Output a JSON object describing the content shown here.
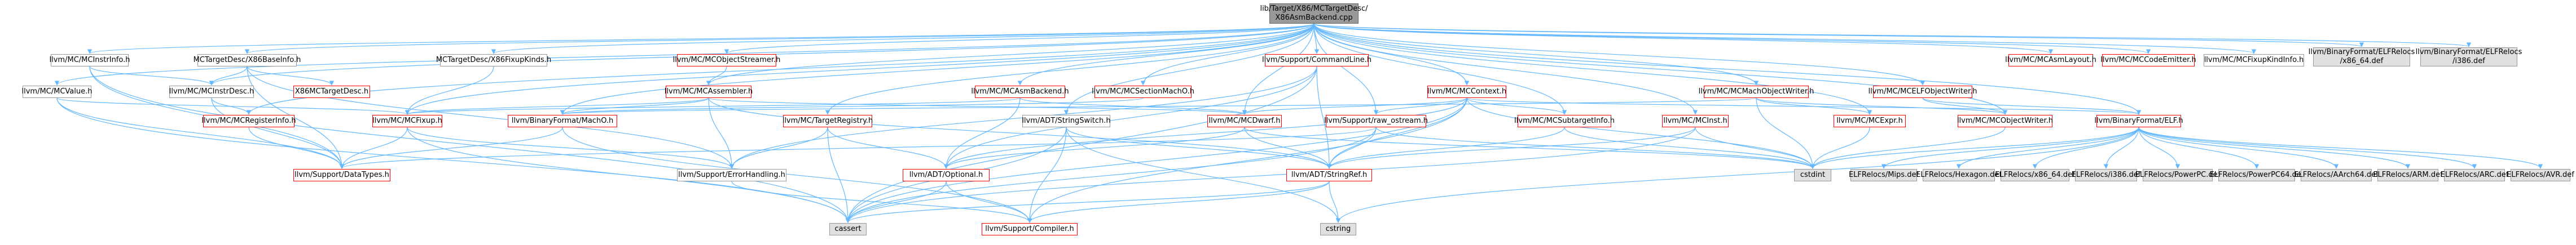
{
  "colors": {
    "edge": "#63b8ff",
    "edge_dark": "#4a7ab8",
    "link_border": "#ff0000",
    "leaf_fill": "#e0e0e0",
    "root_fill": "#999999"
  },
  "nodes": {
    "root": "lib/Target/X86/MCTargetDesc/\nX86AsmBackend.cpp",
    "mcinstrinfo": "llvm/MC/MCInstrInfo.h",
    "x86baseinfo": "MCTargetDesc/X86BaseInfo.h",
    "x86fixupkinds": "MCTargetDesc/X86FixupKinds.h",
    "mcobjectstreamer": "llvm/MC/MCObjectStreamer.h",
    "support_commandline": "llvm/Support/CommandLine.h",
    "mcasmlayout": "llvm/MC/MCAsmLayout.h",
    "mccodeemitter": "llvm/MC/MCCodeEmitter.h",
    "mcfixupkindinfo": "llvm/MC/MCFixupKindInfo.h",
    "elfrelocs_x86_64_top": "llvm/BinaryFormat/ELFRelocs\n/x86_64.def",
    "elfrelocs_i386_top": "llvm/BinaryFormat/ELFRelocs\n/i386.def",
    "mcvalue": "llvm/MC/MCValue.h",
    "mcinstrdesc": "llvm/MC/MCInstrDesc.h",
    "x86mctargetdesc": "X86MCTargetDesc.h",
    "mcassembler": "llvm/MC/MCAssembler.h",
    "mcasmbackend": "llvm/MC/MCAsmBackend.h",
    "mcsectionmacho": "llvm/MC/MCSectionMachO.h",
    "mccontext": "llvm/MC/MCContext.h",
    "mcmachobjectwriter": "llvm/MC/MCMachObjectWriter.h",
    "mcelfobjectwriter": "llvm/MC/MCELFObjectWriter.h",
    "mcregisterinfo": "llvm/MC/MCRegisterInfo.h",
    "mcfixup": "llvm/MC/MCFixup.h",
    "binaryformat_macho": "llvm/BinaryFormat/MachO.h",
    "mctargetregistry": "llvm/MC/TargetRegistry.h",
    "adt_stringswitch": "llvm/ADT/StringSwitch.h",
    "mcdwarf": "llvm/MC/MCDwarf.h",
    "support_raw_ostream": "llvm/Support/raw_ostream.h",
    "mcsubtargetinfo": "llvm/MC/MCSubtargetInfo.h",
    "mcinst": "llvm/MC/MCInst.h",
    "mcexpr": "llvm/MC/MCExpr.h",
    "mcobjectwriter": "llvm/MC/MCObjectWriter.h",
    "binaryformat_elf": "llvm/BinaryFormat/ELF.h",
    "support_datatypes": "llvm/Support/DataTypes.h",
    "support_errorhandling": "llvm/Support/ErrorHandling.h",
    "adt_optional": "llvm/ADT/Optional.h",
    "adt_stringref": "llvm/ADT/StringRef.h",
    "cstdint": "cstdint",
    "cassert": "cassert",
    "support_compiler": "llvm/Support/Compiler.h",
    "cstring": "cstring",
    "elfrelocs_mips": "ELFRelocs/Mips.def",
    "elfrelocs_hexagon": "ELFRelocs/Hexagon.def",
    "elfrelocs_x86_64": "ELFRelocs/x86_64.def",
    "elfrelocs_i386": "ELFRelocs/i386.def",
    "elfrelocs_powerpc": "ELFRelocs/PowerPC.def",
    "elfrelocs_powerpc64": "ELFRelocs/PowerPC64.def",
    "elfrelocs_aarch64": "ELFRelocs/AArch64.def",
    "elfrelocs_arm": "ELFRelocs/ARM.def",
    "elfrelocs_arc": "ELFRelocs/ARC.def",
    "elfrelocs_avr": "ELFRelocs/AVR.def"
  }
}
